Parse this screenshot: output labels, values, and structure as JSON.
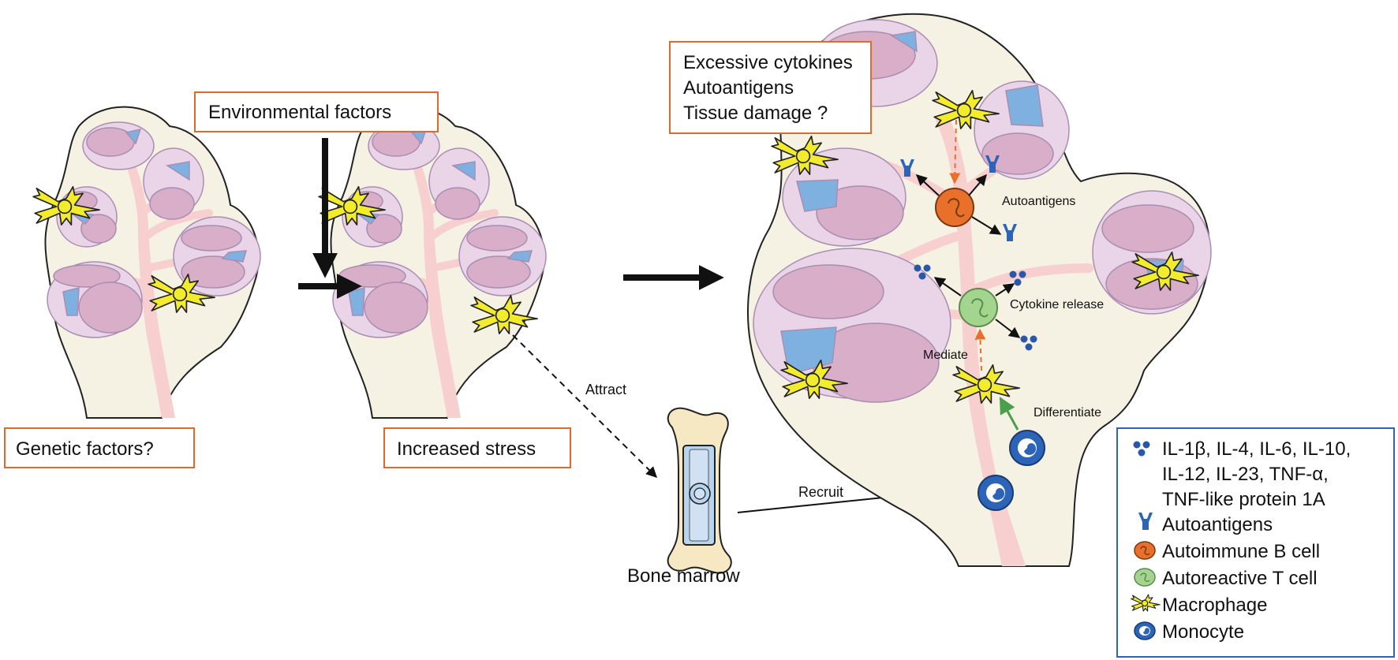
{
  "boxes": {
    "environmental": "Environmental factors",
    "genetic": "Genetic factors?",
    "stress": "Increased stress",
    "outcome": [
      "Excessive cytokines",
      "Autoantigens",
      "Tissue damage ?"
    ]
  },
  "labels": {
    "attract": "Attract",
    "recruit": "Recruit",
    "bone_marrow": "Bone marrow",
    "autoantigens": "Autoantigens",
    "cytokine_release": "Cytokine release",
    "mediate": "Mediate",
    "differentiate": "Differentiate"
  },
  "legend": {
    "cytokines": [
      "IL-1β, IL-4, IL-6, IL-10,",
      "IL-12, IL-23, TNF-α,",
      "TNF-like protein 1A"
    ],
    "autoantigens": "Autoantigens",
    "b_cell": "Autoimmune B cell",
    "t_cell": "Autoreactive T cell",
    "macrophage": "Macrophage",
    "monocyte": "Monocyte"
  },
  "colors": {
    "box_border": "#e06a2a",
    "legend_border": "#3062b8",
    "lobule_fill": "#f5f1e3",
    "cell_pink": "#d8aec8",
    "cell_outer": "#e9d4e8",
    "duct_blue": "#7fb1e0",
    "vessel": "#f7cfcf",
    "macrophage": "#f2ec2c",
    "b_cell": "#e8702a",
    "t_cell": "#a4d58e",
    "monocyte": "#2c64b8",
    "cytokine": "#2a58a8"
  }
}
